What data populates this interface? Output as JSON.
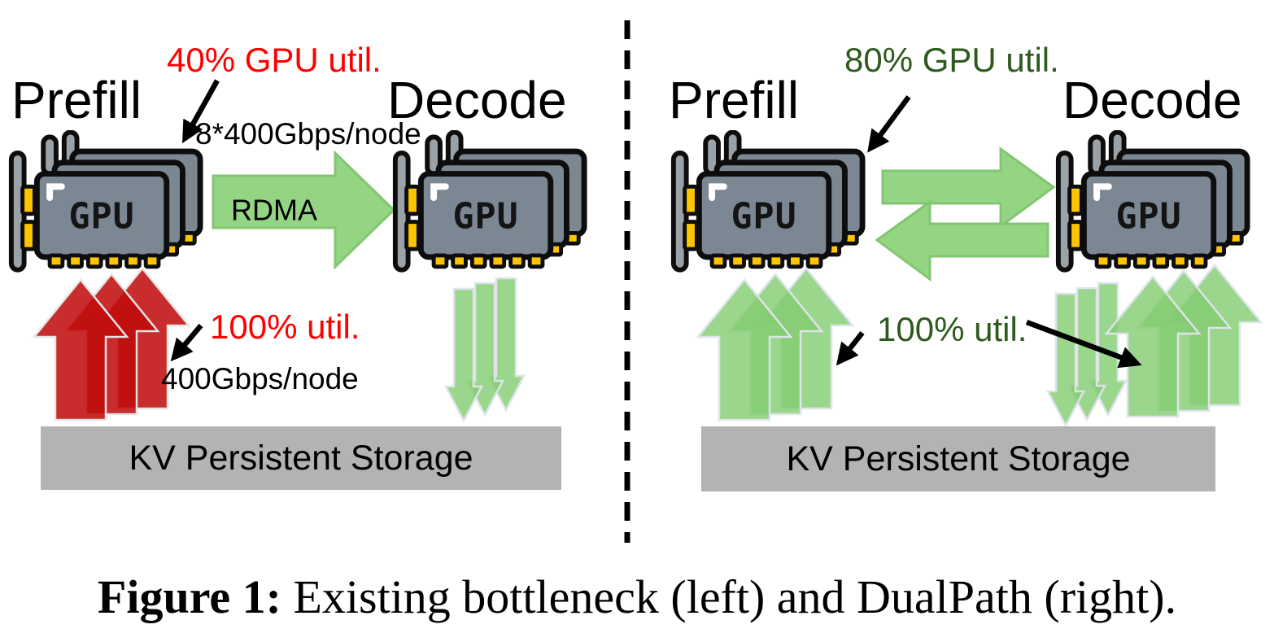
{
  "figure": {
    "gpu_card_label": "GPU",
    "left_panel": {
      "name": "Existing bottleneck",
      "prefill_label": "Prefill",
      "decode_label": "Decode",
      "gpu_util_annotation": "40% GPU util.",
      "interconnect_annotation": "8*400Gbps/node",
      "transfer_arrow_label": "RDMA",
      "storage_util_annotation": "100% util.",
      "storage_bandwidth_annotation": "400Gbps/node",
      "storage_label": "KV Persistent Storage"
    },
    "right_panel": {
      "name": "DualPath",
      "prefill_label": "Prefill",
      "decode_label": "Decode",
      "gpu_util_annotation": "80% GPU util.",
      "storage_util_annotation": "100% util.",
      "storage_label": "KV Persistent Storage"
    },
    "caption": {
      "label": "Figure 1:",
      "text": " Existing bottleneck (left) and DualPath (right)."
    }
  },
  "flows": {
    "left": [
      {
        "from": "Prefill",
        "to": "Decode",
        "label": "RDMA",
        "color": "green",
        "direction": "right"
      },
      {
        "from": "KV Persistent Storage",
        "to": "Prefill",
        "color": "red",
        "direction": "up"
      },
      {
        "from": "Decode",
        "to": "KV Persistent Storage",
        "color": "green",
        "direction": "down"
      }
    ],
    "right": [
      {
        "from": "Prefill",
        "to": "Decode",
        "color": "green",
        "direction": "right"
      },
      {
        "from": "Decode",
        "to": "Prefill",
        "color": "green",
        "direction": "left"
      },
      {
        "from": "KV Persistent Storage",
        "to": "Prefill",
        "color": "green",
        "direction": "up"
      },
      {
        "from": "Decode",
        "to": "KV Persistent Storage",
        "color": "green",
        "direction": "down"
      },
      {
        "from": "KV Persistent Storage",
        "to": "Decode",
        "color": "green",
        "direction": "up"
      }
    ]
  },
  "icons": {
    "gpu_cluster": "stacked-gpu-cards-icon",
    "annotation_pointer": "black-arrow-icon"
  },
  "colors": {
    "alert_red": "#ff0000",
    "ok_green": "#2e5a1d",
    "arrow_green": "#94d584",
    "arrow_red": "#c00d0d",
    "storage_gray": "#b3b3b3",
    "gpu_gray": "#7b8894",
    "pin_gold": "#ffc400"
  }
}
